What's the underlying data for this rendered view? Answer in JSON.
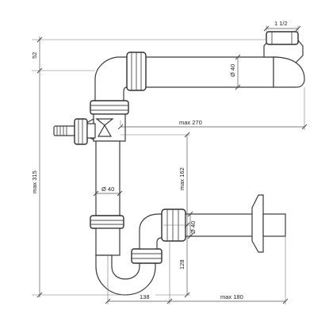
{
  "dimensions": {
    "thread_size": "1 1/2",
    "top_offset": "52",
    "upper_diameter": "Ø 40",
    "horizontal_reach": "max 270",
    "total_height": "max 315",
    "lower_height": "max 162",
    "vertical_diameter": "Ø 40",
    "outlet_diameter": "Ø 40",
    "trap_height": "128",
    "trap_width": "138",
    "outlet_length": "max 180"
  }
}
